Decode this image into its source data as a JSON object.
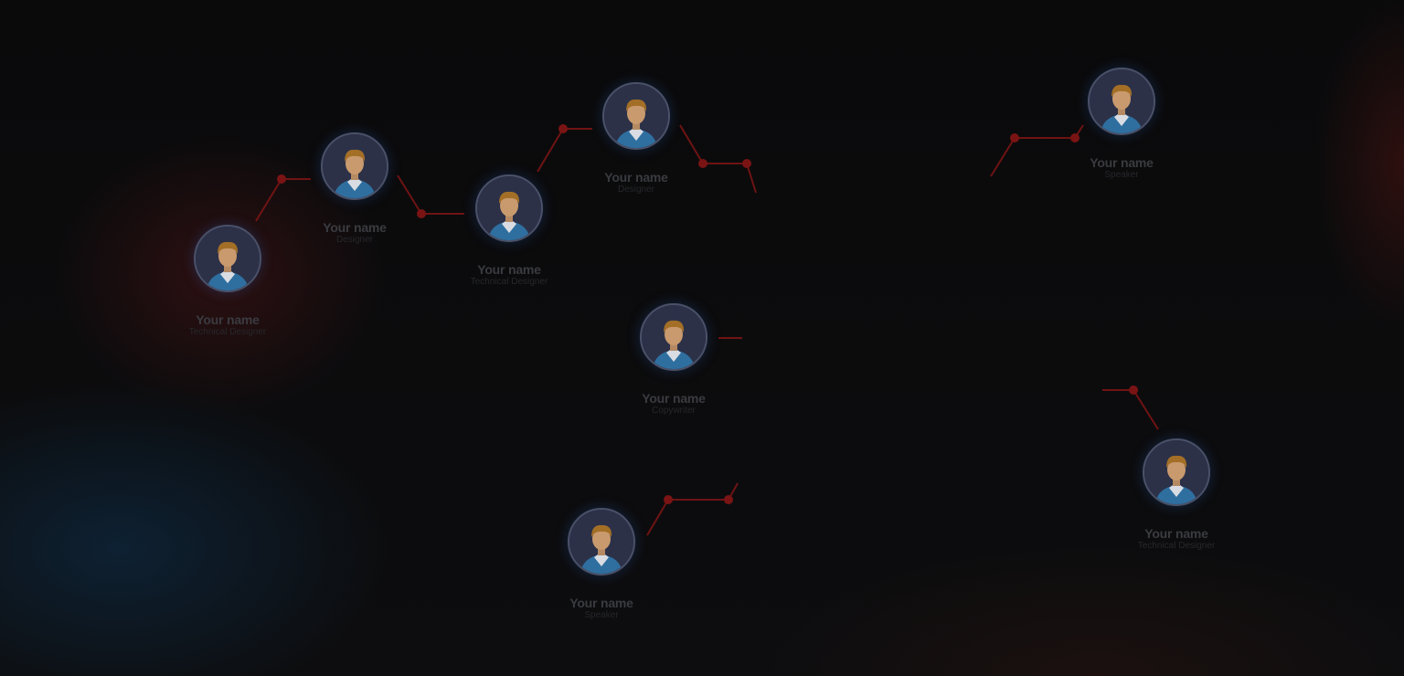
{
  "team": [
    {
      "name": "Your name",
      "role": "Technical Designer"
    },
    {
      "name": "Your name",
      "role": "Designer"
    },
    {
      "name": "Your name",
      "role": "Technical Designer"
    },
    {
      "name": "Your name",
      "role": "Designer"
    },
    {
      "name": "Your name",
      "role": "Copywriter"
    },
    {
      "name": "Your name",
      "role": "Speaker"
    },
    {
      "name": "Your name",
      "role": "Speaker"
    },
    {
      "name": "Your name",
      "role": "Technical Designer"
    }
  ],
  "colors": {
    "background": "#0b0b0c",
    "connector": "#7a1414",
    "avatar_bg": "#2c3148",
    "name_text": "#3a3b40",
    "role_text": "#26272b"
  },
  "icons": {
    "avatar": "person-avatar-icon"
  }
}
